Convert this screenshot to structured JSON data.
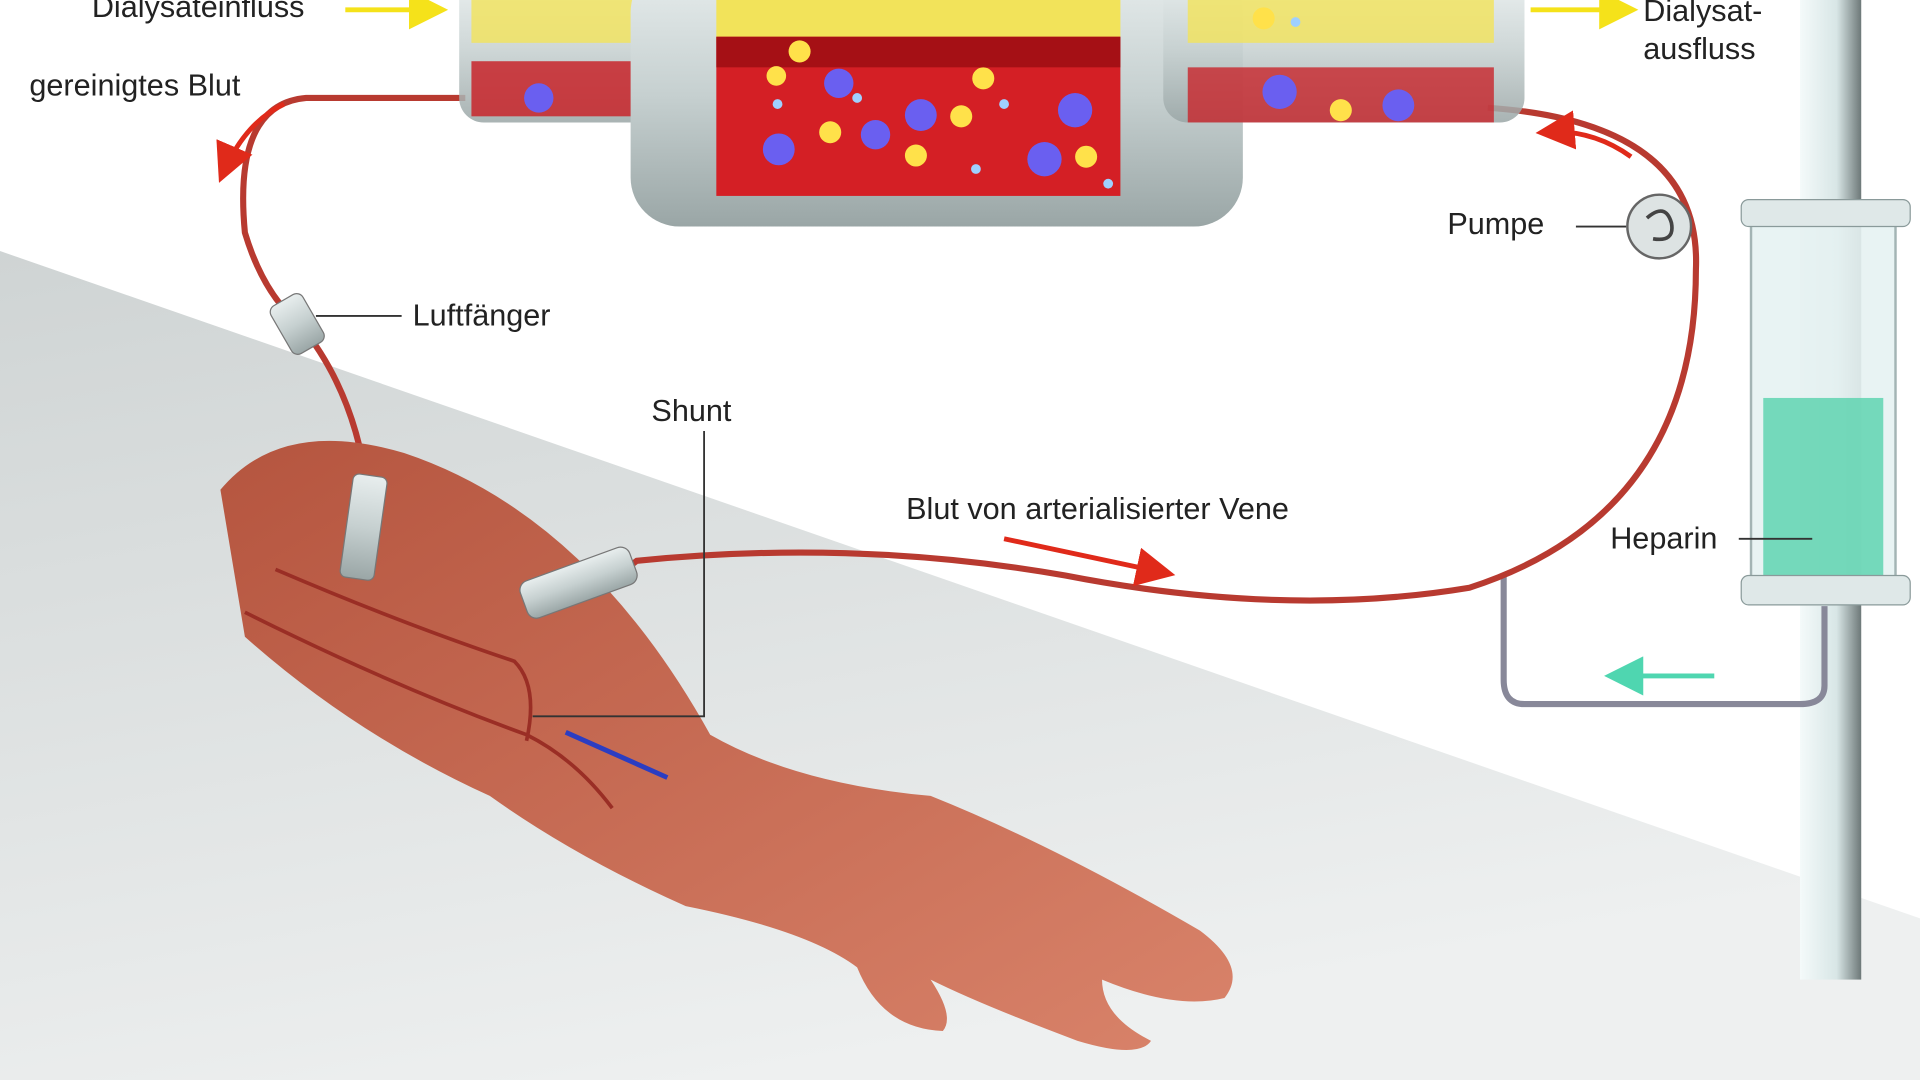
{
  "labels": {
    "dialysate_inflow": "Dialysateinfluss",
    "dialysate_outflow_1": "Dialysat-",
    "dialysate_outflow_2": "ausfluss",
    "purified_blood": "gereinigtes Blut",
    "pump": "Pumpe",
    "air_trap": "Luftfänger",
    "shunt": "Shunt",
    "arterial_blood": "Blut von arterialisierter Vene",
    "heparin": "Heparin"
  },
  "colors": {
    "blood": "#c8242a",
    "dialysate": "#f2e35a",
    "heparin": "#5fd3b0",
    "arrow_red": "#e02a1a",
    "arrow_yellow": "#f5e21a",
    "arrow_green": "#4fd6b0",
    "skin": "#c9674f",
    "table": "#d9dcdc"
  }
}
